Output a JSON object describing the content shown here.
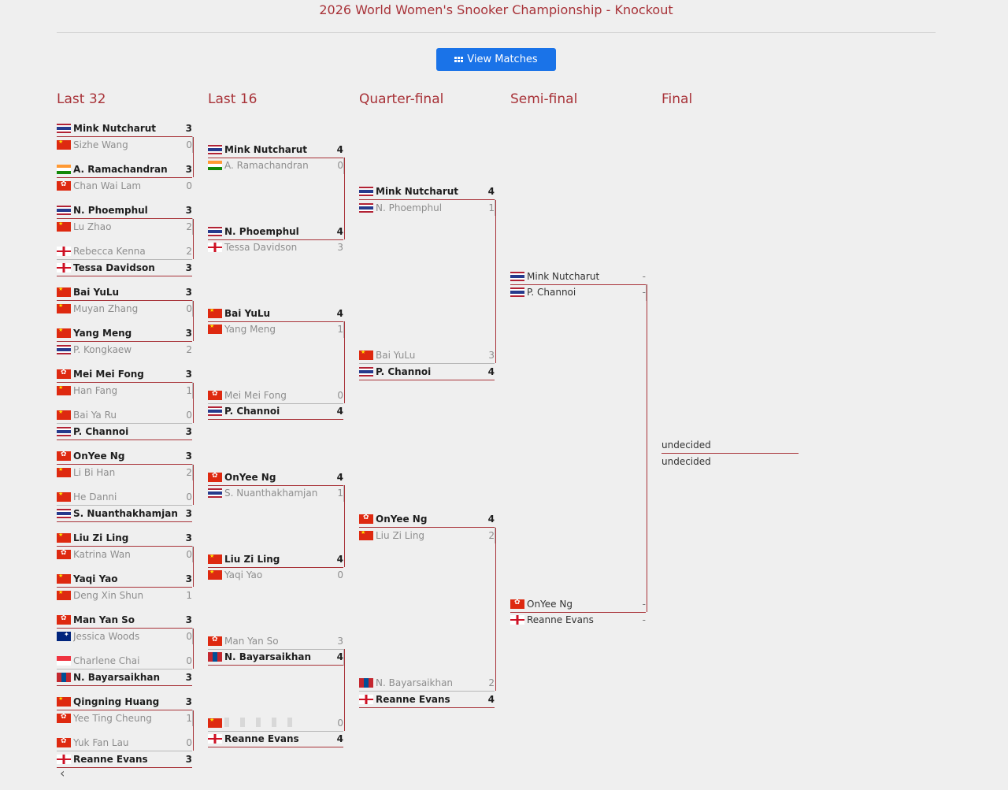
{
  "page": {
    "title": "2026 World Women's Snooker Championship - Knockout"
  },
  "view_button": {
    "label": "View Matches",
    "icon": "grid-icon"
  },
  "rounds": [
    "Last 32",
    "Last 16",
    "Quarter-final",
    "Semi-final",
    "Final"
  ],
  "last32": [
    [
      {
        "flag": "tha",
        "name": "Mink Nutcharut",
        "score": "3",
        "win": true
      },
      {
        "flag": "chn",
        "name": "Sizhe Wang",
        "score": "0",
        "win": false
      }
    ],
    [
      {
        "flag": "ind",
        "name": "A. Ramachandran",
        "score": "3",
        "win": true
      },
      {
        "flag": "hkg",
        "name": "Chan Wai Lam",
        "score": "0",
        "win": false
      }
    ],
    [
      {
        "flag": "tha",
        "name": "N. Phoemphul",
        "score": "3",
        "win": true
      },
      {
        "flag": "chn",
        "name": "Lu Zhao",
        "score": "2",
        "win": false
      }
    ],
    [
      {
        "flag": "eng",
        "name": "Rebecca Kenna",
        "score": "2",
        "win": false
      },
      {
        "flag": "eng",
        "name": "Tessa Davidson",
        "score": "3",
        "win": true
      }
    ],
    [
      {
        "flag": "chn",
        "name": "Bai YuLu",
        "score": "3",
        "win": true
      },
      {
        "flag": "chn",
        "name": "Muyan Zhang",
        "score": "0",
        "win": false
      }
    ],
    [
      {
        "flag": "chn",
        "name": "Yang Meng",
        "score": "3",
        "win": true
      },
      {
        "flag": "tha",
        "name": "P. Kongkaew",
        "score": "2",
        "win": false
      }
    ],
    [
      {
        "flag": "hkg",
        "name": "Mei Mei Fong",
        "score": "3",
        "win": true
      },
      {
        "flag": "chn",
        "name": "Han Fang",
        "score": "1",
        "win": false
      }
    ],
    [
      {
        "flag": "chn",
        "name": "Bai Ya Ru",
        "score": "0",
        "win": false
      },
      {
        "flag": "tha",
        "name": "P. Channoi",
        "score": "3",
        "win": true
      }
    ],
    [
      {
        "flag": "hkg",
        "name": "OnYee Ng",
        "score": "3",
        "win": true
      },
      {
        "flag": "chn",
        "name": "Li Bi Han",
        "score": "2",
        "win": false
      }
    ],
    [
      {
        "flag": "chn",
        "name": "He Danni",
        "score": "0",
        "win": false
      },
      {
        "flag": "tha",
        "name": "S. Nuanthakhamjan",
        "score": "3",
        "win": true
      }
    ],
    [
      {
        "flag": "chn",
        "name": "Liu Zi Ling",
        "score": "3",
        "win": true
      },
      {
        "flag": "hkg",
        "name": "Katrina Wan",
        "score": "0",
        "win": false
      }
    ],
    [
      {
        "flag": "chn",
        "name": "Yaqi Yao",
        "score": "3",
        "win": true
      },
      {
        "flag": "chn",
        "name": "Deng Xin Shun",
        "score": "1",
        "win": false
      }
    ],
    [
      {
        "flag": "hkg",
        "name": "Man Yan So",
        "score": "3",
        "win": true
      },
      {
        "flag": "aus",
        "name": "Jessica Woods",
        "score": "0",
        "win": false
      }
    ],
    [
      {
        "flag": "sgp",
        "name": "Charlene Chai",
        "score": "0",
        "win": false
      },
      {
        "flag": "mng",
        "name": "N. Bayarsaikhan",
        "score": "3",
        "win": true
      }
    ],
    [
      {
        "flag": "chn",
        "name": "Qingning Huang",
        "score": "3",
        "win": true
      },
      {
        "flag": "hkg",
        "name": "Yee Ting Cheung",
        "score": "1",
        "win": false
      }
    ],
    [
      {
        "flag": "hkg",
        "name": "Yuk Fan Lau",
        "score": "0",
        "win": false
      },
      {
        "flag": "eng",
        "name": "Reanne Evans",
        "score": "3",
        "win": true
      }
    ]
  ],
  "last16": [
    [
      {
        "flag": "tha",
        "name": "Mink Nutcharut",
        "score": "4",
        "win": true
      },
      {
        "flag": "ind",
        "name": "A. Ramachandran",
        "score": "0",
        "win": false
      }
    ],
    [
      {
        "flag": "tha",
        "name": "N. Phoemphul",
        "score": "4",
        "win": true
      },
      {
        "flag": "eng",
        "name": "Tessa Davidson",
        "score": "3",
        "win": false
      }
    ],
    [
      {
        "flag": "chn",
        "name": "Bai YuLu",
        "score": "4",
        "win": true
      },
      {
        "flag": "chn",
        "name": "Yang Meng",
        "score": "1",
        "win": false
      }
    ],
    [
      {
        "flag": "hkg",
        "name": "Mei Mei Fong",
        "score": "0",
        "win": false
      },
      {
        "flag": "tha",
        "name": "P. Channoi",
        "score": "4",
        "win": true
      }
    ],
    [
      {
        "flag": "hkg",
        "name": "OnYee Ng",
        "score": "4",
        "win": true
      },
      {
        "flag": "tha",
        "name": "S. Nuanthakhamjan",
        "score": "1",
        "win": false
      }
    ],
    [
      {
        "flag": "chn",
        "name": "Liu Zi Ling",
        "score": "4",
        "win": true
      },
      {
        "flag": "chn",
        "name": "Yaqi Yao",
        "score": "0",
        "win": false
      }
    ],
    [
      {
        "flag": "hkg",
        "name": "Man Yan So",
        "score": "3",
        "win": false
      },
      {
        "flag": "mng",
        "name": "N. Bayarsaikhan",
        "score": "4",
        "win": true
      }
    ],
    [
      {
        "flag": "chn",
        "name": "",
        "score": "0",
        "win": false,
        "obscured": true
      },
      {
        "flag": "eng",
        "name": "Reanne Evans",
        "score": "4",
        "win": true
      }
    ]
  ],
  "quarterfinal": [
    [
      {
        "flag": "tha",
        "name": "Mink Nutcharut",
        "score": "4",
        "win": true
      },
      {
        "flag": "tha",
        "name": "N. Phoemphul",
        "score": "1",
        "win": false
      }
    ],
    [
      {
        "flag": "chn",
        "name": "Bai YuLu",
        "score": "3",
        "win": false
      },
      {
        "flag": "tha",
        "name": "P. Channoi",
        "score": "4",
        "win": true
      }
    ],
    [
      {
        "flag": "hkg",
        "name": "OnYee Ng",
        "score": "4",
        "win": true
      },
      {
        "flag": "chn",
        "name": "Liu Zi Ling",
        "score": "2",
        "win": false
      }
    ],
    [
      {
        "flag": "mng",
        "name": "N. Bayarsaikhan",
        "score": "2",
        "win": false
      },
      {
        "flag": "eng",
        "name": "Reanne Evans",
        "score": "4",
        "win": true
      }
    ]
  ],
  "semifinal": [
    [
      {
        "flag": "tha",
        "name": "Mink Nutcharut",
        "score": "-",
        "pending": true
      },
      {
        "flag": "tha",
        "name": "P. Channoi",
        "score": "-",
        "pending": true
      }
    ],
    [
      {
        "flag": "hkg",
        "name": "OnYee Ng",
        "score": "-",
        "pending": true
      },
      {
        "flag": "eng",
        "name": "Reanne Evans",
        "score": "-",
        "pending": true
      }
    ]
  ],
  "final": [
    [
      {
        "name": "undecided",
        "pending": true,
        "noflag": true
      },
      {
        "name": "undecided",
        "pending": true,
        "noflag": true
      }
    ]
  ],
  "scroll": {
    "icon": "chevron-left-icon"
  }
}
